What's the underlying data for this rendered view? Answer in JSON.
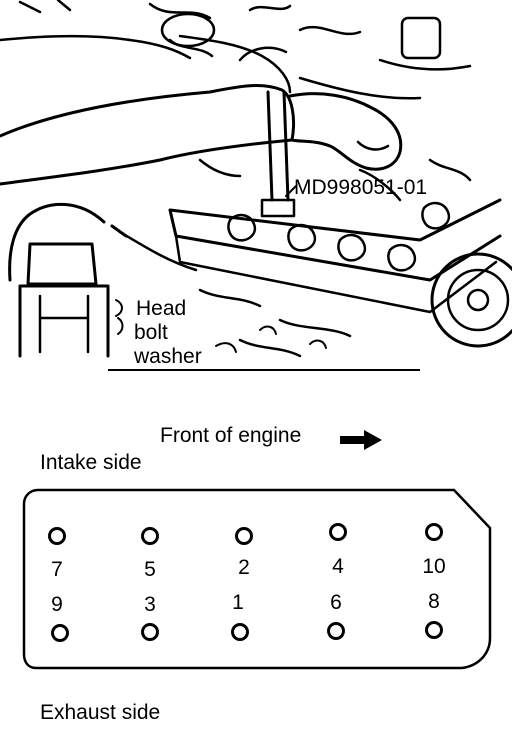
{
  "illustration": {
    "tool_label": "MD998051-01",
    "washer_label_line1": "Head",
    "washer_label_line2": "bolt",
    "washer_label_line3": "washer"
  },
  "diagram": {
    "front_label": "Front of engine",
    "intake_label": "Intake side",
    "exhaust_label": "Exhaust side",
    "top_row_numbers": [
      "7",
      "5",
      "2",
      "4",
      "10"
    ],
    "bottom_row_numbers": [
      "9",
      "3",
      "1",
      "6",
      "8"
    ]
  },
  "icons": {
    "direction": "right-arrow-icon",
    "bolt": "bolt-hole-icon"
  }
}
